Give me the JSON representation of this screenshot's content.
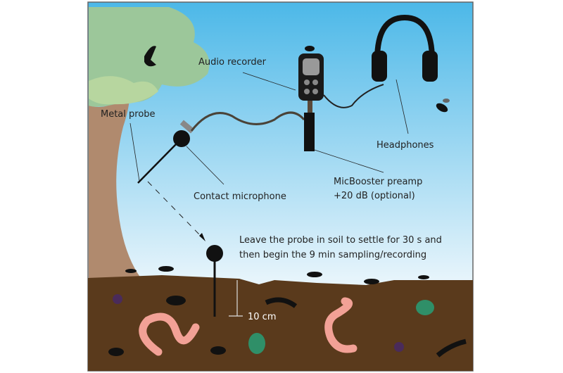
{
  "labels": {
    "audio_recorder": "Audio recorder",
    "metal_probe": "Metal probe",
    "headphones": "Headphones",
    "contact_microphone": "Contact microphone",
    "preamp_line1": "MicBooster preamp",
    "preamp_line2": "+20 dB (optional)",
    "instruction_line1": "Leave the probe in soil to settle for 30 s and",
    "instruction_line2": "then begin the 9 min sampling/recording",
    "depth": "10 cm"
  },
  "colors": {
    "sky_top": "#4cb8e8",
    "sky_bottom": "#ffffff",
    "soil": "#5a3a1c",
    "tree_trunk": "#b08a6e",
    "foliage": "#8fbf8a",
    "worm": "#f2a196",
    "beetle": "#2f8f68"
  }
}
